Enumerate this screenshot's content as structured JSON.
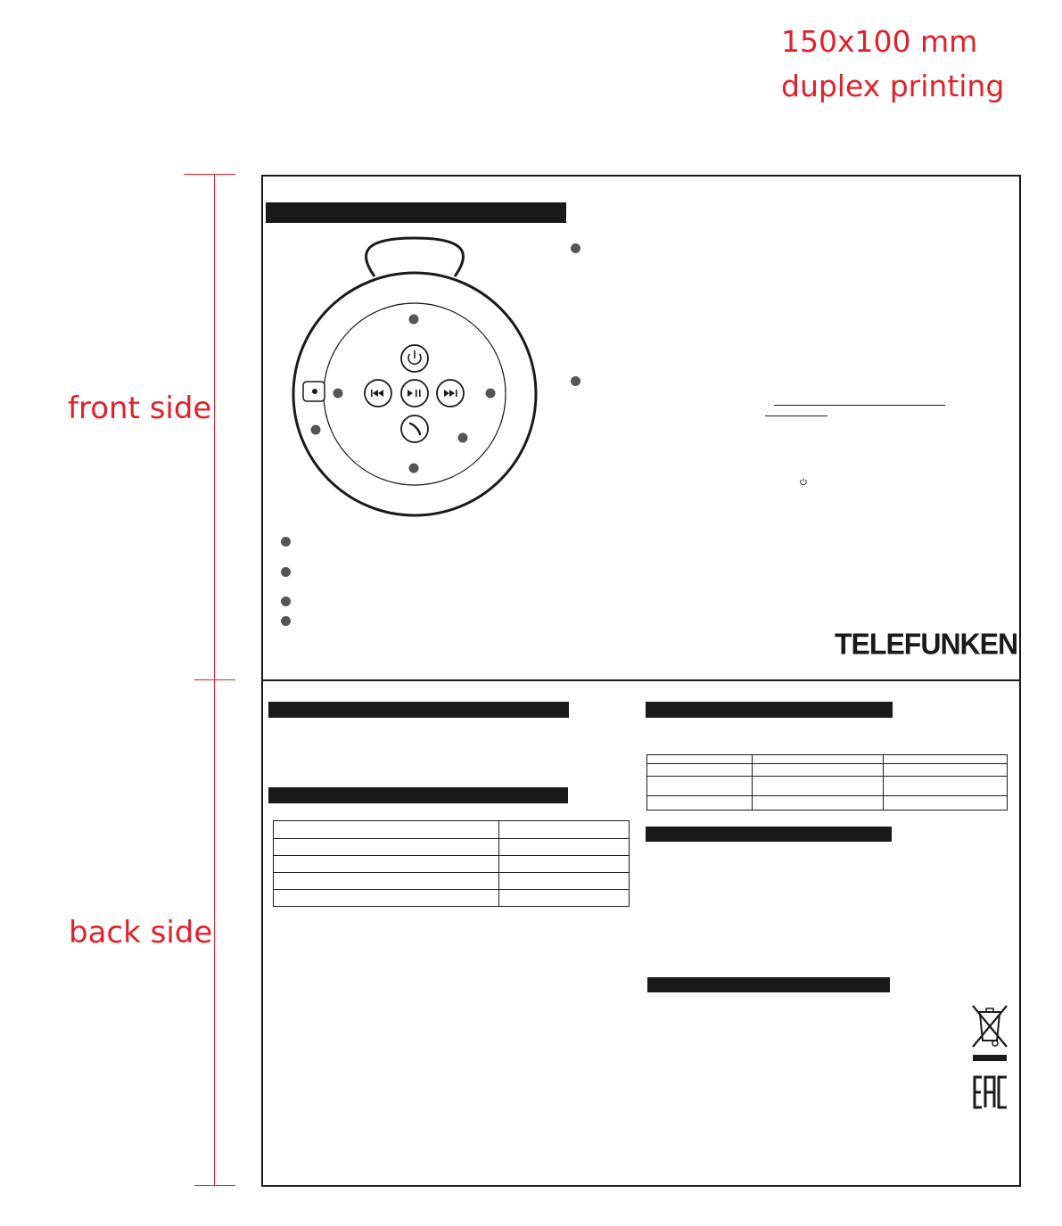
{
  "spec": {
    "size": "150x100 mm",
    "mode": "duplex printing"
  },
  "labels": {
    "front": "front side",
    "back": "back side"
  },
  "brand": {
    "logo": "TELEFUNKEN"
  },
  "colors": {
    "annotation_red": "#e0212b",
    "ink": "#1a1a1a",
    "bullet": "#555555"
  },
  "icons": {
    "power": "power-icon",
    "prev": "prev-track-icon",
    "play_pause": "play-pause-icon",
    "next": "next-track-icon",
    "call": "phone-icon",
    "record": "record-dot-icon",
    "weee": "crossed-bin-icon",
    "eac": "eac-mark-icon",
    "small_power": "small-power-icon"
  }
}
